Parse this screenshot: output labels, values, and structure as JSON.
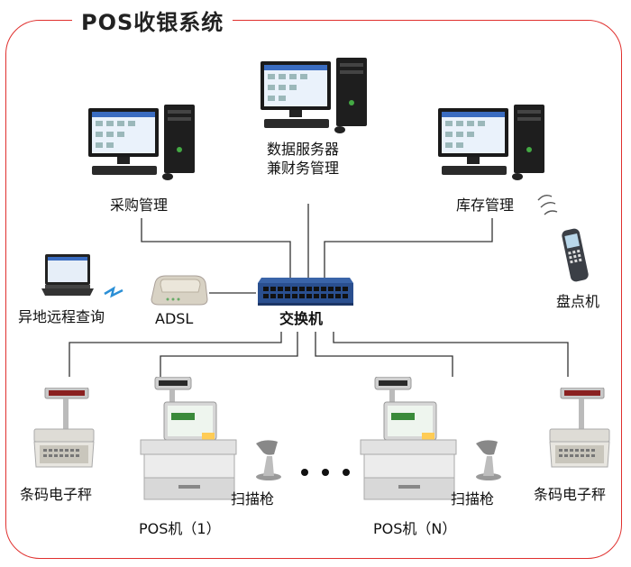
{
  "title": "POS收银系统",
  "labels": {
    "purchase": "采购管理",
    "server_line1": "数据服务器",
    "server_line2": "兼财务管理",
    "inventory": "库存管理",
    "handheld": "盘点机",
    "remote": "异地远程查询",
    "adsl": "ADSL",
    "switch": "交换机",
    "scale_left": "条码电子秤",
    "scale_right": "条码电子秤",
    "scanner_left": "扫描枪",
    "scanner_right": "扫描枪",
    "pos1": "POS机（1）",
    "posn": "POS机（N）"
  },
  "colors": {
    "frame": "#e0302e",
    "wire": "#333333",
    "switch": "#2a4f8f",
    "wireless": "#2b8fd6"
  },
  "icons": [
    "desktop-computer-icon",
    "laptop-icon",
    "modem-icon",
    "network-switch-icon",
    "handheld-terminal-icon",
    "barcode-scale-icon",
    "pos-terminal-icon",
    "barcode-scanner-icon"
  ]
}
